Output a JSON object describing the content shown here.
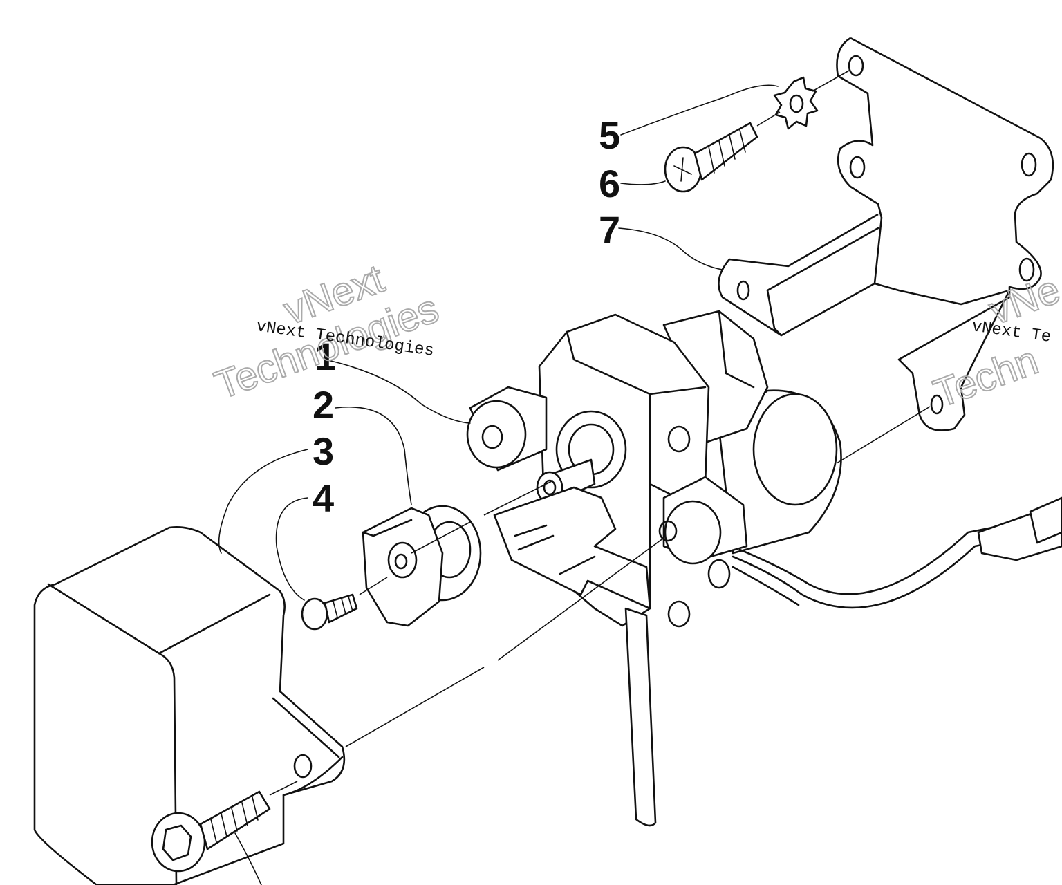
{
  "callouts": {
    "c1": "1",
    "c2": "2",
    "c3": "3",
    "c4": "4",
    "c5": "5",
    "c6": "6",
    "c7": "7"
  },
  "watermark": {
    "line1": "vNext",
    "line2": "Technologies",
    "full": "vNext Technologies",
    "right_small": "vNext Te",
    "right_line1": "vNe",
    "right_line2": "Techn"
  }
}
